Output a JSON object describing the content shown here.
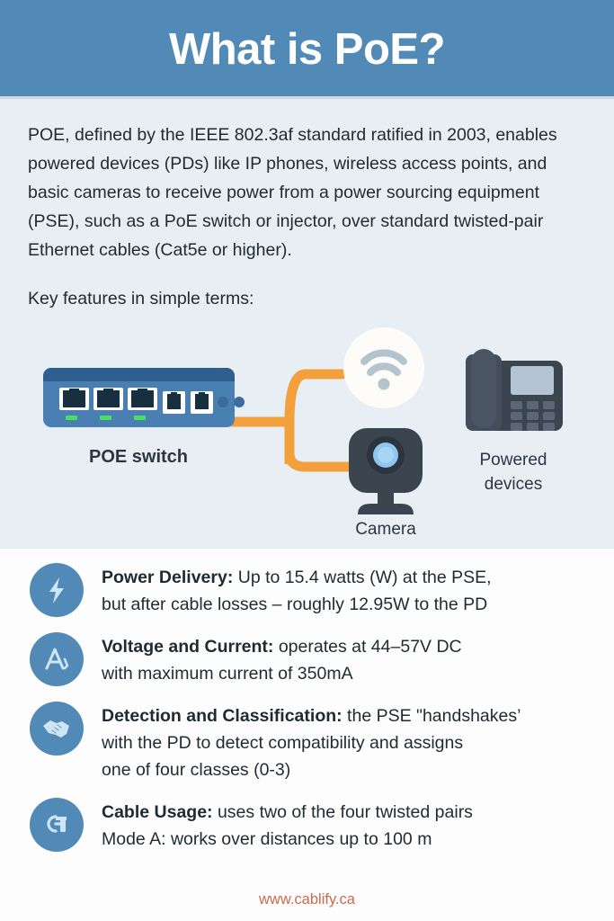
{
  "header": {
    "title": "What is PoE?",
    "bg_color": "#5189b7"
  },
  "intro": {
    "paragraph": "POE, defined by the IEEE 802.3af standard ratified in 2003, enables powered devices (PDs) like IP phones, wireless access points, and basic cameras to receive power from a power sourcing equipment (PSE), such as a PoE switch or injector, over standard twisted-pair Ethernet cables (Cat5e or higher).",
    "key_features_line": "Key features in simple terms:",
    "bg_color": "#e7eff5"
  },
  "diagram": {
    "switch_label": "POE switch",
    "camera_label": "Camera",
    "powered_devices_label_line1": "Powered",
    "powered_devices_label_line2": "devices",
    "cable_color": "#f3a03c",
    "switch_color": "#3d6e9e",
    "device_color": "#3b4550"
  },
  "features": [
    {
      "icon": "lightning-bolt-icon",
      "title": "Power Delivery:",
      "body_line1": " Up to 15.4 watts (W) at the PSE,",
      "body_line2": "but after cable losses – roughly 12.95W to the PD"
    },
    {
      "icon": "voltage-meter-icon",
      "title": "Voltage and Current:",
      "body_line1": " operates at 44–57V DC",
      "body_line2": "with maximum current of 350mA"
    },
    {
      "icon": "handshake-icon",
      "title": "Detection and Classification:",
      "body_line1": " the PSE \"handshakes’",
      "body_line2": "with the PD to detect compatibility and assigns",
      "body_line3": "one of four classes (0-3)"
    },
    {
      "icon": "ethernet-cable-icon",
      "title": "Cable Usage:",
      "body_line1": " uses two of the four twisted pairs",
      "body_line2": "Mode A: works over distances up to 100 m"
    }
  ],
  "footer": {
    "website": "www.cablify.ca",
    "color": "#cc6b4f"
  }
}
